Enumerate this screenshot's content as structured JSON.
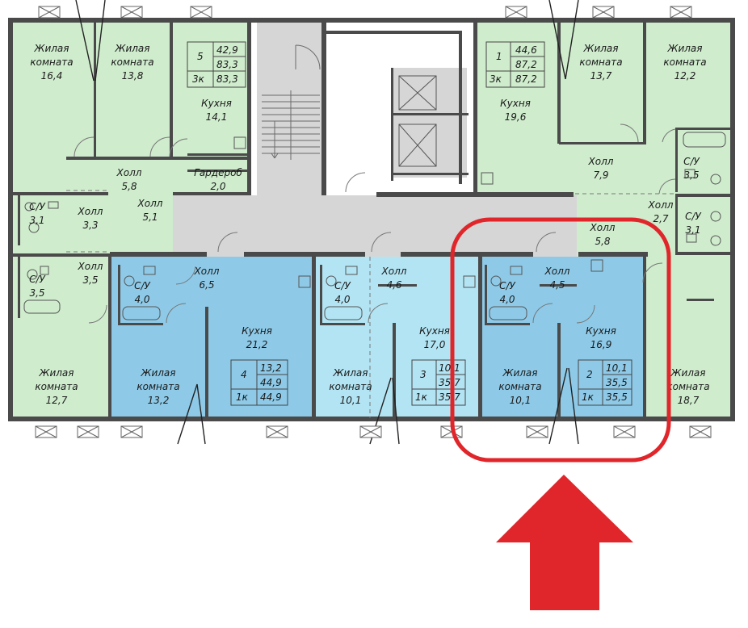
{
  "colors": {
    "green": "#cfeccd",
    "blue": "#8ecae8",
    "light_blue": "#b3e4f3",
    "corridor": "#d6d6d6",
    "wall": "#4a4a4a",
    "highlight": "#e0262a"
  },
  "rooms": [
    {
      "id": "r1",
      "lines": [
        "Жилая",
        "комната",
        "16,4"
      ]
    },
    {
      "id": "r2",
      "lines": [
        "Жилая",
        "комната",
        "13,8"
      ]
    },
    {
      "id": "r3",
      "lines": [
        "Кухня",
        "14,1"
      ]
    },
    {
      "id": "r4",
      "lines": [
        "Холл",
        "5,8"
      ]
    },
    {
      "id": "r5",
      "lines": [
        "Гардероб",
        "2,0"
      ]
    },
    {
      "id": "r6",
      "lines": [
        "Холл",
        "5,1"
      ]
    },
    {
      "id": "r7",
      "lines": [
        "С/У",
        "3,1"
      ]
    },
    {
      "id": "r8",
      "lines": [
        "Холл",
        "3,3"
      ]
    },
    {
      "id": "r9",
      "lines": [
        "Холл",
        "3,5"
      ]
    },
    {
      "id": "r10",
      "lines": [
        "С/У",
        "3,5"
      ]
    },
    {
      "id": "r11",
      "lines": [
        "Жилая",
        "комната",
        "12,7"
      ]
    },
    {
      "id": "r12",
      "lines": [
        "С/У",
        "4,0"
      ]
    },
    {
      "id": "r13",
      "lines": [
        "Холл",
        "6,5"
      ]
    },
    {
      "id": "r14",
      "lines": [
        "Кухня",
        "21,2"
      ]
    },
    {
      "id": "r15",
      "lines": [
        "Жилая",
        "комната",
        "13,2"
      ]
    },
    {
      "id": "r16",
      "lines": [
        "С/У",
        "4,0"
      ]
    },
    {
      "id": "r17",
      "lines": [
        "Холл",
        "4,6"
      ]
    },
    {
      "id": "r18",
      "lines": [
        "Кухня",
        "17,0"
      ]
    },
    {
      "id": "r19",
      "lines": [
        "Жилая",
        "комната",
        "10,1"
      ]
    },
    {
      "id": "r20",
      "lines": [
        "С/У",
        "4,0"
      ]
    },
    {
      "id": "r21",
      "lines": [
        "Холл",
        "4,5"
      ]
    },
    {
      "id": "r22",
      "lines": [
        "Кухня",
        "16,9"
      ]
    },
    {
      "id": "r23",
      "lines": [
        "Жилая",
        "комната",
        "10,1"
      ]
    },
    {
      "id": "r24",
      "lines": [
        "Кухня",
        "19,6"
      ]
    },
    {
      "id": "r25",
      "lines": [
        "Жилая",
        "комната",
        "13,7"
      ]
    },
    {
      "id": "r26",
      "lines": [
        "Жилая",
        "комната",
        "12,2"
      ]
    },
    {
      "id": "r27",
      "lines": [
        "Холл",
        "7,9"
      ]
    },
    {
      "id": "r28",
      "lines": [
        "С/У",
        "3,5"
      ]
    },
    {
      "id": "r29",
      "lines": [
        "Холл",
        "2,7"
      ]
    },
    {
      "id": "r30",
      "lines": [
        "С/У",
        "3,1"
      ]
    },
    {
      "id": "r31",
      "lines": [
        "Холл",
        "5,8"
      ]
    },
    {
      "id": "r32",
      "lines": [
        "Жилая",
        "комната",
        "18,7"
      ]
    }
  ],
  "apartments": [
    {
      "id": "a5",
      "number": "5",
      "type": "3к",
      "living": "42,9",
      "total": "83,3",
      "total2": "83,3"
    },
    {
      "id": "a1",
      "number": "1",
      "type": "3к",
      "living": "44,6",
      "total": "87,2",
      "total2": "87,2"
    },
    {
      "id": "a4",
      "number": "4",
      "type": "1к",
      "living": "13,2",
      "total": "44,9",
      "total2": "44,9"
    },
    {
      "id": "a3",
      "number": "3",
      "type": "1к",
      "living": "10,1",
      "total": "35,7",
      "total2": "35,7"
    },
    {
      "id": "a2",
      "number": "2",
      "type": "1к",
      "living": "10,1",
      "total": "35,5",
      "total2": "35,5"
    }
  ]
}
